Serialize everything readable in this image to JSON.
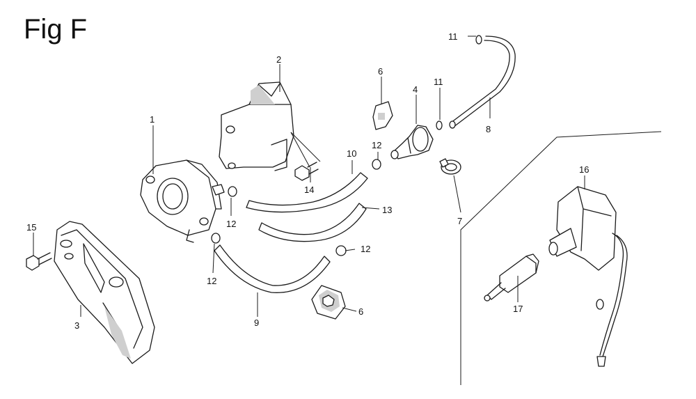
{
  "figure": {
    "title": "Fig F",
    "callouts": [
      {
        "id": "c1",
        "label": "1"
      },
      {
        "id": "c2",
        "label": "2"
      },
      {
        "id": "c3",
        "label": "3"
      },
      {
        "id": "c4",
        "label": "4"
      },
      {
        "id": "c5",
        "label": "15"
      },
      {
        "id": "c6",
        "label": "6"
      },
      {
        "id": "c6b",
        "label": "6"
      },
      {
        "id": "c7",
        "label": "7"
      },
      {
        "id": "c8",
        "label": "8"
      },
      {
        "id": "c9",
        "label": "9"
      },
      {
        "id": "c10",
        "label": "10"
      },
      {
        "id": "c11a",
        "label": "11"
      },
      {
        "id": "c11b",
        "label": "11"
      },
      {
        "id": "c12a",
        "label": "12"
      },
      {
        "id": "c12b",
        "label": "12"
      },
      {
        "id": "c12c",
        "label": "12"
      },
      {
        "id": "c12d",
        "label": "12"
      },
      {
        "id": "c13",
        "label": "13"
      },
      {
        "id": "c14",
        "label": "14"
      },
      {
        "id": "c16",
        "label": "16"
      },
      {
        "id": "c17",
        "label": "17"
      }
    ]
  }
}
